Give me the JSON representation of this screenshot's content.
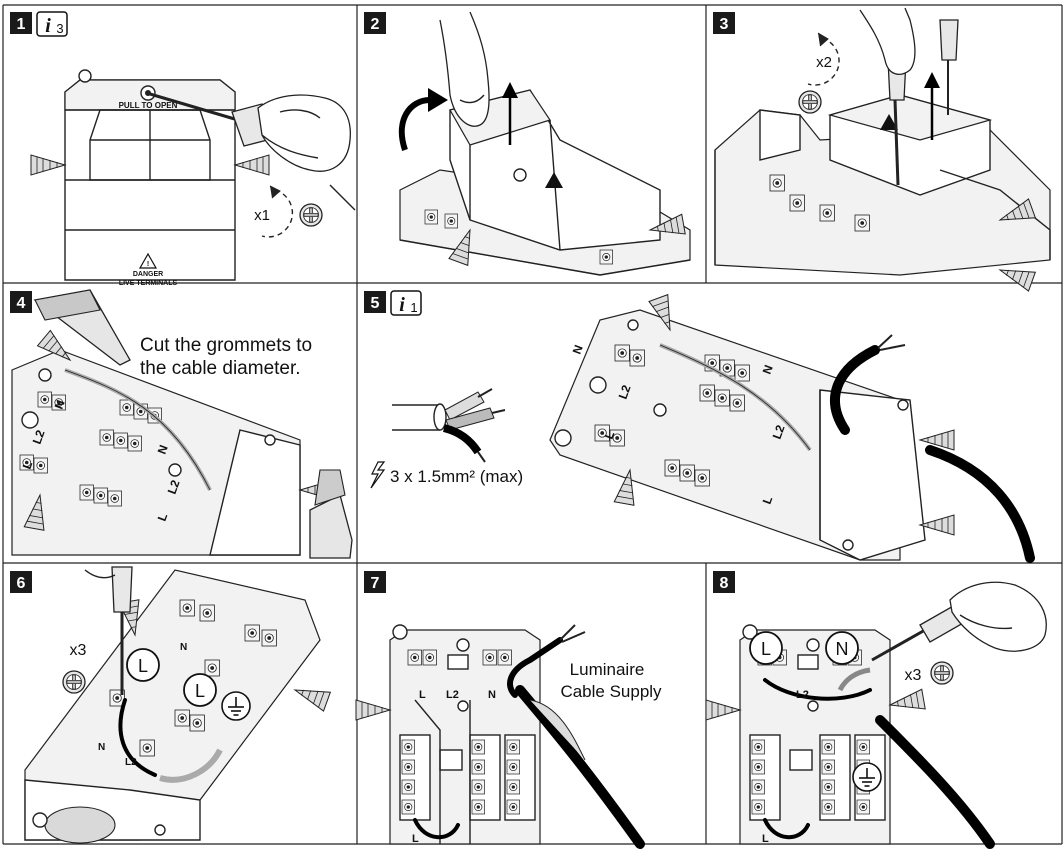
{
  "steps": [
    {
      "number": "1",
      "info_badge": "3",
      "text": [
        "PULL TO OPEN",
        "DANGER",
        "LIVE TERMINALS"
      ],
      "turns": "x1"
    },
    {
      "number": "2"
    },
    {
      "number": "3",
      "turns": "x2"
    },
    {
      "number": "4",
      "text": [
        "Cut the grommets to",
        "the cable diameter."
      ],
      "terminals": [
        "N",
        "L2",
        "L",
        "N",
        "L2",
        "L"
      ]
    },
    {
      "number": "5",
      "info_badge": "1",
      "spec": "3 x 1.5mm² (max)",
      "terminals": [
        "N",
        "L2",
        "L",
        "N",
        "L2",
        "L"
      ]
    },
    {
      "number": "6",
      "count": "x3",
      "terminals": [
        "L",
        "N",
        "L",
        "L2",
        "N"
      ]
    },
    {
      "number": "7",
      "text": [
        "Luminaire",
        "Cable Supply"
      ],
      "terminals": [
        "L",
        "L2",
        "N",
        "L"
      ]
    },
    {
      "number": "8",
      "count": "x3",
      "terminals": [
        "L",
        "N",
        "L2",
        "L"
      ]
    }
  ],
  "colors": {
    "line": "#222222",
    "badge": "#1a1a1a",
    "cable": "#000000",
    "background": "#ffffff"
  }
}
